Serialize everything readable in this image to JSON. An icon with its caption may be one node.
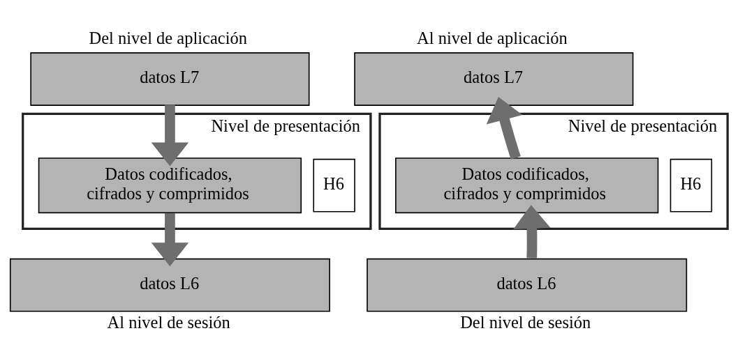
{
  "diagram": {
    "nodes": [
      {
        "text": [
          "datos L7"
        ],
        "beside": [
          "Del nivel de aplicación"
        ]
      },
      {
        "text": [
          "Nivel de presentación"
        ]
      },
      {
        "text": [
          "Datos codificados, cifrados y comprimidos"
        ],
        "in": 1
      },
      {
        "text": [
          "H6"
        ],
        "in": 1
      },
      {
        "text": [
          "datos L6"
        ],
        "beside": [
          "Al nivel de sesión"
        ]
      },
      {
        "text": [
          "datos L7"
        ],
        "beside": [
          "Al nivel de aplicación"
        ]
      },
      {
        "text": [
          "Nivel de presentación"
        ]
      },
      {
        "text": [
          "Datos codificados, cifrados y comprimidos"
        ],
        "in": 6
      },
      {
        "text": [
          "H6"
        ],
        "in": 6
      },
      {
        "text": [
          "datos L6"
        ],
        "beside": [
          "Del nivel de sesión"
        ]
      }
    ],
    "edges": [
      {
        "from": 0,
        "to": 2,
        "arrow": "to"
      },
      {
        "from": 2,
        "to": 4,
        "arrow": "to"
      },
      {
        "from": 9,
        "to": 7,
        "arrow": "to"
      },
      {
        "from": 7,
        "to": 5,
        "arrow": "to"
      }
    ]
  }
}
